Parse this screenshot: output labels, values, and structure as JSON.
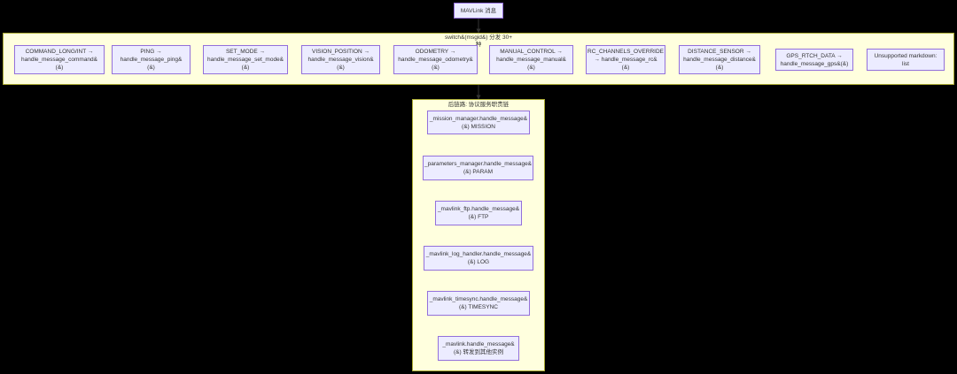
{
  "root": {
    "label": "MAVLink 消息"
  },
  "switch_group": {
    "title": "switch&(msgid&) 分发 30+\n种",
    "nodes": [
      "COMMAND_LONG/INT →\nhandle_message_command&\n(&)",
      "PING →\nhandle_message_ping&\n(&)",
      "SET_MODE →\nhandle_message_set_mode&\n(&)",
      "VISION_POSITION →\nhandle_message_vision&\n(&)",
      "ODOMETRY →\nhandle_message_odometry&\n(&)",
      "MANUAL_CONTROL →\nhandle_message_manual&\n(&)",
      "RC_CHANNELS_OVERRIDE\n→ handle_message_rc&\n(&)",
      "DISTANCE_SENSOR →\nhandle_message_distance&\n(&)",
      "GPS_RTCH_DATA →\nhandle_message_gps&(&)",
      "Unsupported markdown:\nlist"
    ]
  },
  "chain_group": {
    "title": "后链路: 协议服务职责链",
    "nodes": [
      "_mission_manager.handle_message&\n(&) MISSION",
      "_parameters_manager.handle_message&\n(&) PARAM",
      "_mavlink_ftp.handle_message&\n(&) FTP",
      "_mavlink_log_handler.handle_message&\n(&) LOG",
      "_mavlink_timesync.handle_message&\n(&) TIMESYNC",
      "_mavlink.handle_message&\n(&) 转发到其他实例"
    ]
  },
  "colors": {
    "node_fill": "#ececff",
    "node_border": "#9370db",
    "cluster_fill": "#ffffde",
    "cluster_border": "#aaaa33",
    "edge": "#333333"
  }
}
